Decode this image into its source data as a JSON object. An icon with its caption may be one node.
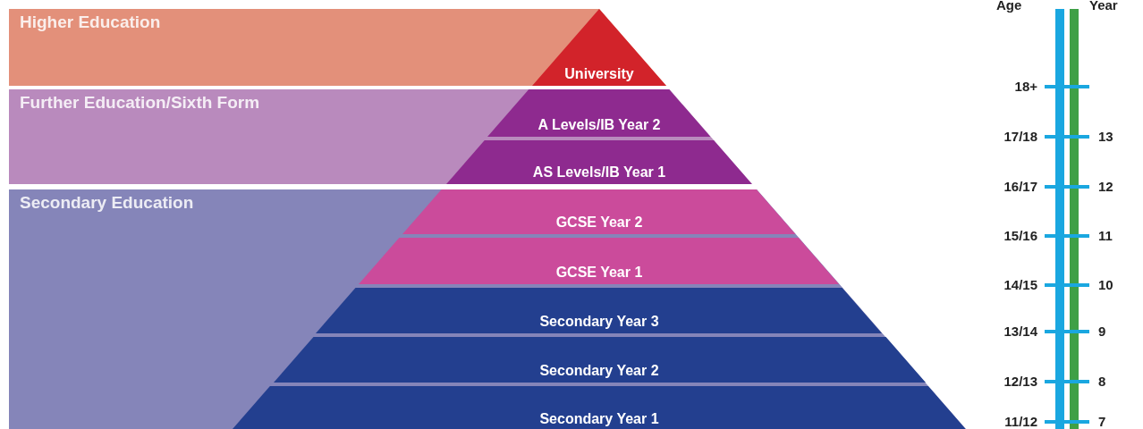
{
  "diagram": {
    "nodes": [
      {
        "text": [
          "Higher Education"
        ]
      },
      {
        "text": [
          "University"
        ],
        "in": 0
      },
      {
        "text": [
          "Further Education/Sixth Form"
        ]
      },
      {
        "text": [
          "A Levels/IB Year 2"
        ],
        "in": 2
      },
      {
        "text": [
          "AS Levels/IB Year 1"
        ],
        "in": 2
      },
      {
        "text": [
          "Secondary Education"
        ]
      },
      {
        "text": [
          "GCSE Year 2"
        ],
        "in": 5
      },
      {
        "text": [
          "GCSE Year 1"
        ],
        "in": 5
      },
      {
        "text": [
          "Secondary Year 3"
        ],
        "in": 5
      },
      {
        "text": [
          "Secondary Year 2"
        ],
        "in": 5
      },
      {
        "text": [
          "Secondary Year 1"
        ],
        "in": 5
      }
    ],
    "labels": [
      "Age",
      "Year",
      "18+",
      "17/18",
      "13",
      "16/17",
      "12",
      "15/16",
      "11",
      "14/15",
      "10",
      "13/14",
      "9",
      "12/13",
      "8",
      "11/12",
      "7"
    ]
  }
}
